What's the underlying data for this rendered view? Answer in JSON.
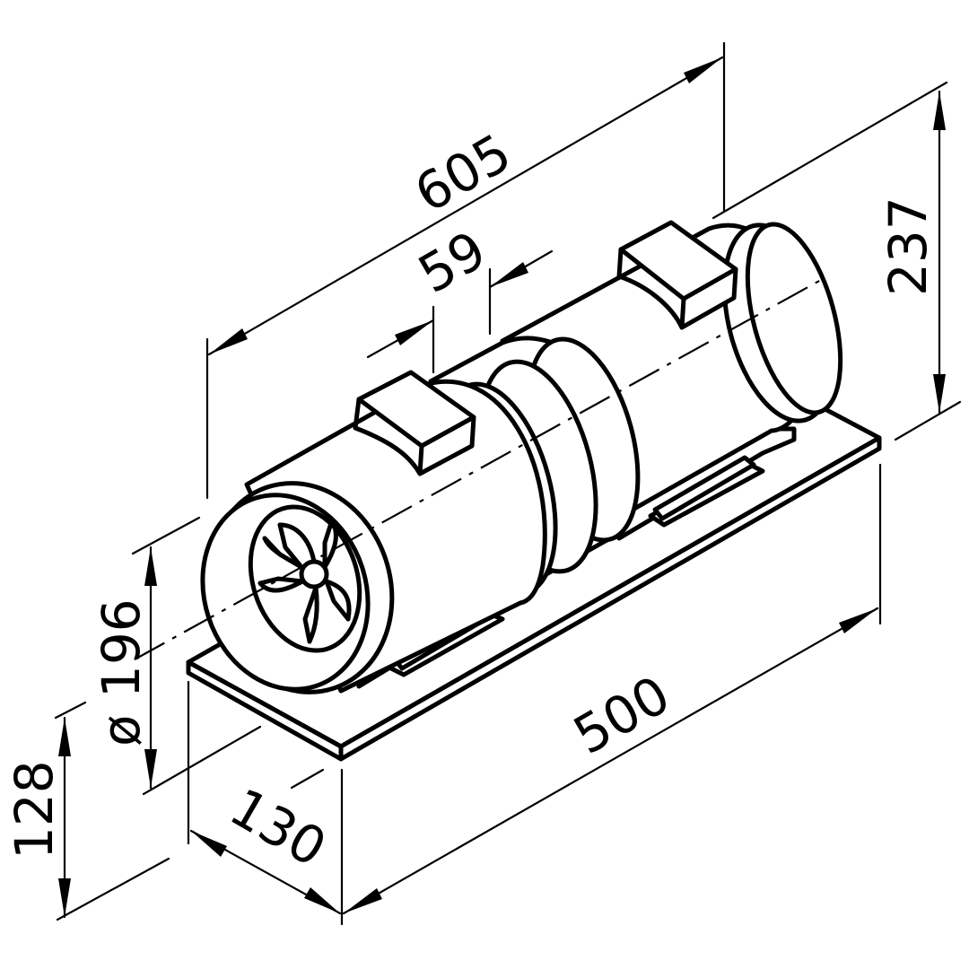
{
  "dimensions": {
    "overall_length": "605",
    "flange_offset": "59",
    "height": "237",
    "diameter": "ø 196",
    "base_height": "128",
    "base_width": "130",
    "base_length": "500"
  }
}
